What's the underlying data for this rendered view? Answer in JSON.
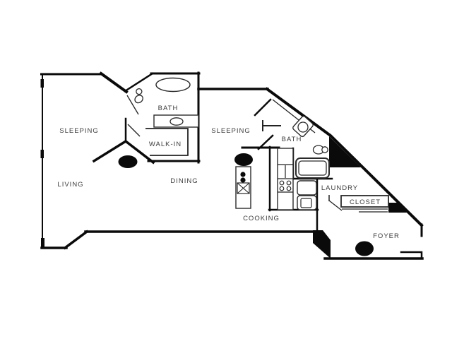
{
  "image_type": "apartment floor plan drawing",
  "colors": {
    "background": "#ffffff",
    "walls": "#0a0a0a",
    "labels": "#3d3d3d"
  },
  "floorplan": {
    "rooms": {
      "sleeping_left": "SLEEPING",
      "bath_main": "BATH",
      "walk_in": "WALK-IN",
      "sleeping_right": "SLEEPING",
      "bath_second": "BATH",
      "living": "LIVING",
      "dining": "DINING",
      "cooking": "COOKING",
      "laundry": "LAUNDRY",
      "closet": "CLOSET",
      "foyer": "FOYER"
    }
  }
}
